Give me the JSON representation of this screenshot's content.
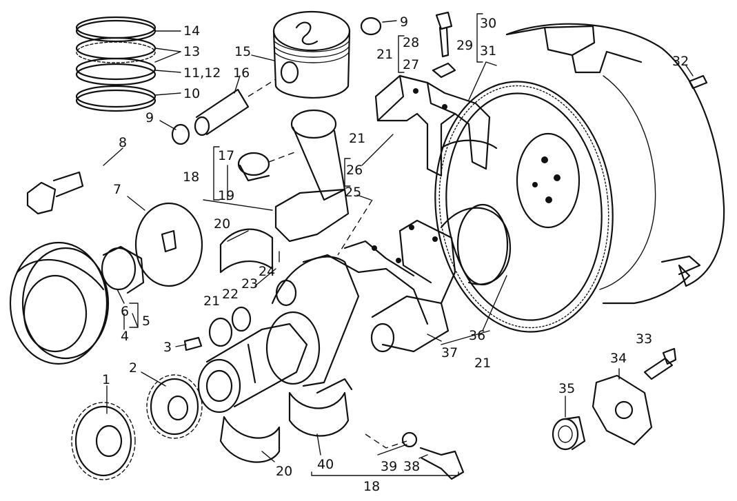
{
  "diagram": {
    "labels": [
      "14",
      "13",
      "11,12",
      "10",
      "15",
      "16",
      "9",
      "9",
      "8",
      "7",
      "28",
      "27",
      "21",
      "29",
      "30",
      "31",
      "32",
      "17",
      "18",
      "19",
      "21",
      "26",
      "25",
      "20",
      "24",
      "21",
      "22",
      "23",
      "6",
      "5",
      "4",
      "3",
      "2",
      "1",
      "36",
      "37",
      "21",
      "33",
      "34",
      "35",
      "20",
      "40",
      "39",
      "38",
      "18"
    ],
    "stroke_color": "#111111",
    "background_color": "#ffffff"
  }
}
